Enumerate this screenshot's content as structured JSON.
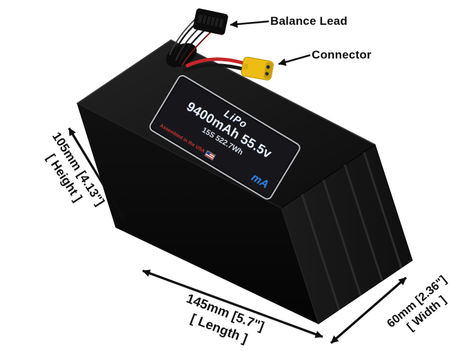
{
  "annotations": {
    "balance_lead": "Balance Lead",
    "connector": "Connector"
  },
  "dimensions": {
    "height": {
      "value": "105mm [4.13\"]",
      "label": "[ Height ]"
    },
    "length": {
      "value": "145mm [5.7\"]",
      "label": "[ Length ]"
    },
    "width": {
      "value": "60mm [2.36\"]",
      "label": "[ Width ]"
    }
  },
  "battery_label": {
    "chemistry": "LiPo",
    "capacity_voltage": "9400mAh 55.5v",
    "config_energy": "15S 522.7Wh",
    "assembled": "Assembled in the USA",
    "logo_text": "mA"
  },
  "colors": {
    "battery_black": "#0a0a0a",
    "label_border": "#b9bdc2",
    "connector_yellow": "#eebd13",
    "wire_red": "#c3272b",
    "brand_blue": "#2e7de0",
    "usa_red": "#d23333",
    "annotation_black": "#0e0e0e"
  }
}
